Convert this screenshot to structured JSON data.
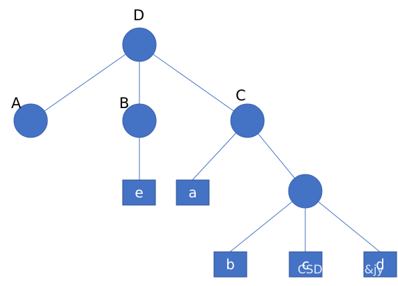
{
  "diagram": {
    "nodes": {
      "D": {
        "label": "D",
        "shape": "circle"
      },
      "A": {
        "label": "A",
        "shape": "circle"
      },
      "B": {
        "label": "B",
        "shape": "circle"
      },
      "C": {
        "label": "C",
        "shape": "circle"
      },
      "X": {
        "label": "",
        "shape": "circle"
      },
      "e": {
        "label": "e",
        "shape": "square"
      },
      "a": {
        "label": "a",
        "shape": "square"
      },
      "b": {
        "label": "b",
        "shape": "square"
      },
      "c": {
        "label": "c",
        "shape": "square"
      },
      "d": {
        "label": "d",
        "shape": "square"
      }
    },
    "edges": [
      [
        "D",
        "A"
      ],
      [
        "D",
        "B"
      ],
      [
        "D",
        "C"
      ],
      [
        "B",
        "e"
      ],
      [
        "C",
        "a"
      ],
      [
        "C",
        "X"
      ],
      [
        "X",
        "b"
      ],
      [
        "X",
        "c"
      ],
      [
        "X",
        "d"
      ]
    ]
  },
  "watermark": {
    "text": "CSDN @qw&jy"
  },
  "colors": {
    "node_fill": "#4472c4",
    "edge": "#4472c4"
  }
}
